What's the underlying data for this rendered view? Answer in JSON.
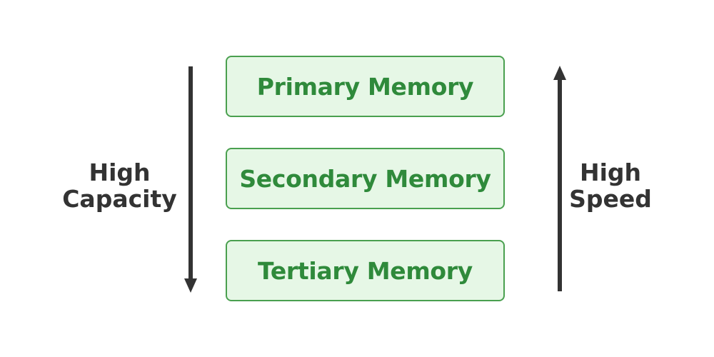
{
  "diagram": {
    "memory_levels": [
      {
        "label": "Primary Memory"
      },
      {
        "label": "Secondary Memory"
      },
      {
        "label": "Tertiary Memory"
      }
    ],
    "left_axis": {
      "line1": "High",
      "line2": "Capacity",
      "direction": "down"
    },
    "right_axis": {
      "line1": "High",
      "line2": "Speed",
      "direction": "up"
    }
  },
  "colors": {
    "box_fill": "#e6f7e6",
    "box_border": "#4aa04f",
    "box_text": "#2f8a3b",
    "axis": "#333333"
  }
}
